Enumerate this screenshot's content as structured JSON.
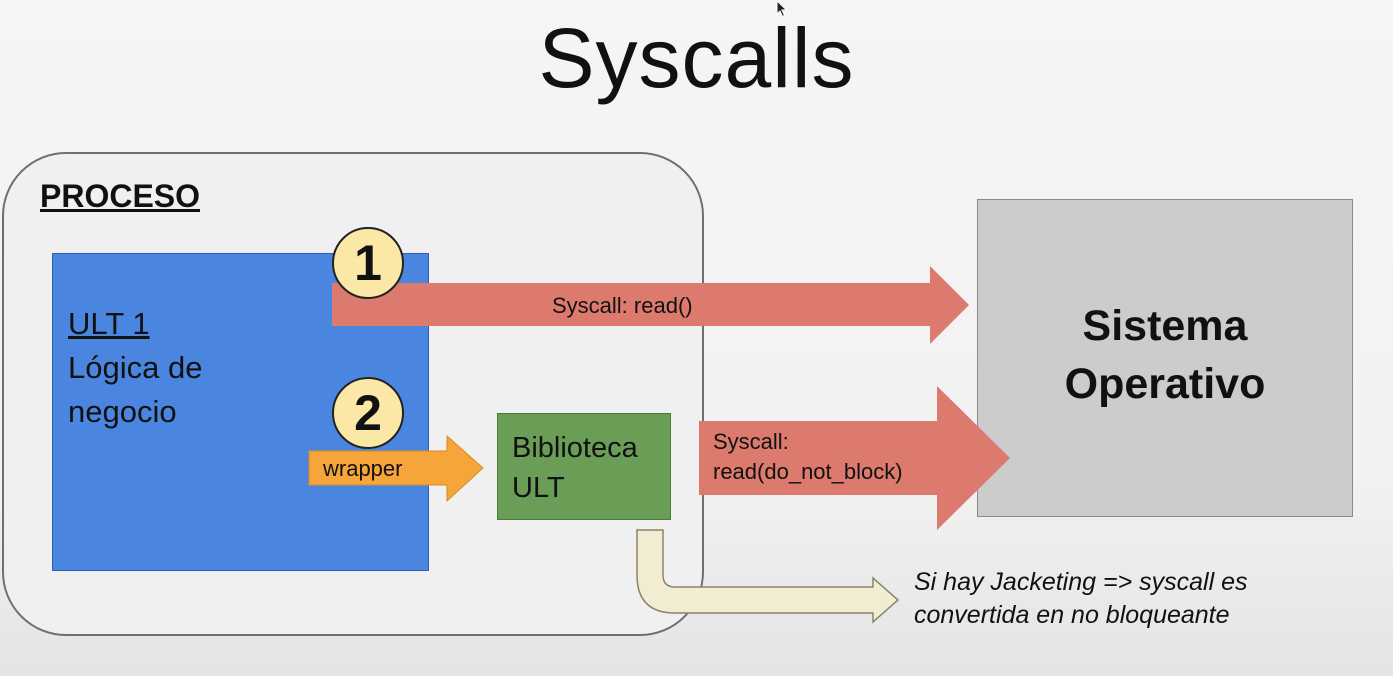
{
  "title": "Syscalls",
  "process": {
    "label": "PROCESO",
    "ult_title": "ULT 1",
    "ult_line1": "Lógica de",
    "ult_line2": "negocio"
  },
  "library": {
    "line1": "Biblioteca",
    "line2": "ULT"
  },
  "os": {
    "line1": "Sistema",
    "line2": "Operativo"
  },
  "steps": {
    "one": "1",
    "two": "2"
  },
  "arrows": {
    "syscall_read": "Syscall: read()",
    "wrapper": "wrapper",
    "syscall_nb_line1": "Syscall:",
    "syscall_nb_line2": "read(do_not_block)"
  },
  "note": {
    "line1": "Si hay Jacketing =>  syscall es",
    "line2": "convertida en no bloqueante"
  },
  "colors": {
    "ult": "#4a86e0",
    "library": "#6a9e57",
    "os": "#cccccc",
    "syscall_arrow": "#dd7a6e",
    "wrapper_arrow": "#f6a53a",
    "step_circle": "#fbe8a6",
    "bent_arrow": "#f2ecd2"
  },
  "icons": {
    "cursor": "mouse-pointer-icon"
  }
}
